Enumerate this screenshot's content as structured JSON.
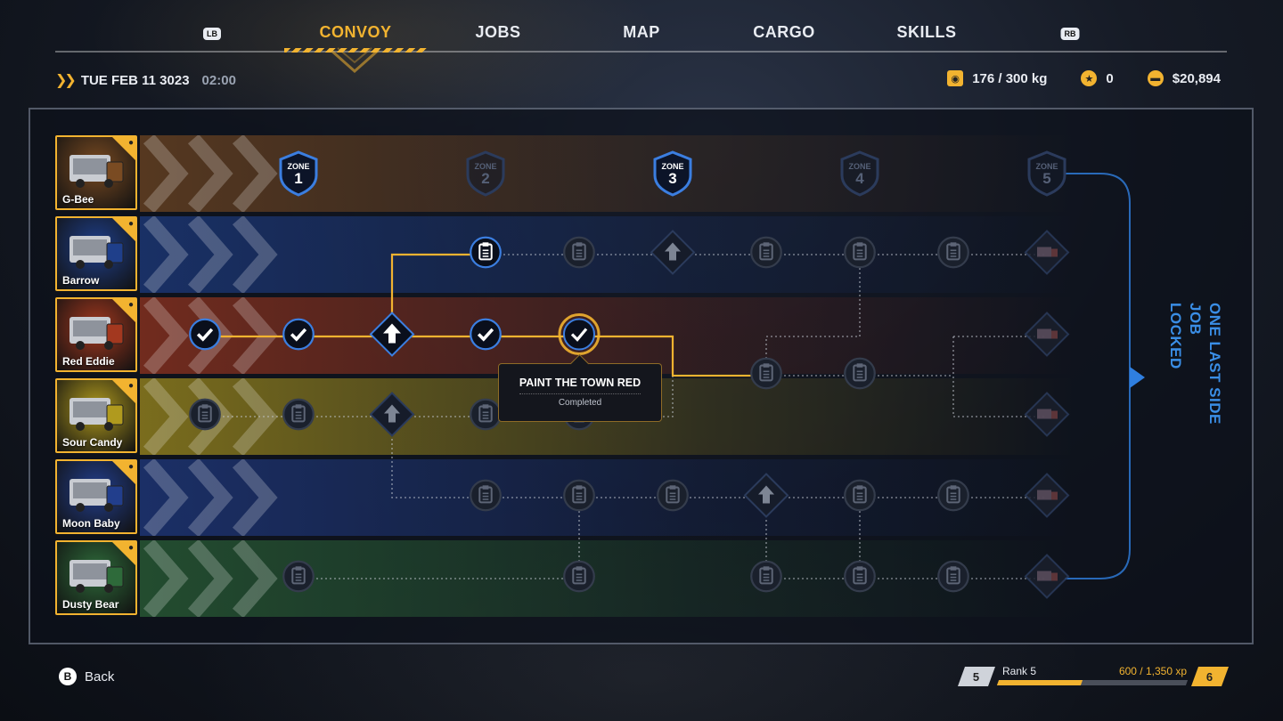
{
  "nav": {
    "left_button": "LB",
    "right_button": "RB",
    "tabs": [
      {
        "label": "CONVOY",
        "active": true
      },
      {
        "label": "JOBS",
        "active": false
      },
      {
        "label": "MAP",
        "active": false
      },
      {
        "label": "CARGO",
        "active": false
      },
      {
        "label": "SKILLS",
        "active": false
      }
    ]
  },
  "header": {
    "date": "TUE FEB 11 3023",
    "time": "02:00",
    "weight": "176 / 300 kg",
    "stars": "0",
    "money": "$20,894"
  },
  "zones": [
    {
      "label": "ZONE",
      "number": "1",
      "unlocked": true
    },
    {
      "label": "ZONE",
      "number": "2",
      "unlocked": false
    },
    {
      "label": "ZONE",
      "number": "3",
      "unlocked": true
    },
    {
      "label": "ZONE",
      "number": "4",
      "unlocked": false
    },
    {
      "label": "ZONE",
      "number": "5",
      "unlocked": false
    }
  ],
  "trucks": [
    {
      "name": "G-Bee",
      "icon": "gear-icon",
      "color": "#7a4b22"
    },
    {
      "name": "Barrow",
      "icon": "wheelbarrow-icon",
      "color": "#1f3f8a"
    },
    {
      "name": "Red Eddie",
      "icon": "helmet-icon",
      "color": "#a3381f"
    },
    {
      "name": "Sour Candy",
      "icon": "candy-icon",
      "color": "#b09a1e"
    },
    {
      "name": "Moon Baby",
      "icon": "moon-icon",
      "color": "#223e8c"
    },
    {
      "name": "Dusty Bear",
      "icon": "bear-icon",
      "color": "#2e6a3a"
    }
  ],
  "tooltip": {
    "title": "PAINT THE TOWN RED",
    "status": "Completed"
  },
  "final_job": {
    "title": "ONE LAST SIDE JOB",
    "status": "LOCKED"
  },
  "footer": {
    "back_button": "B",
    "back_label": "Back",
    "rank_current": "5",
    "rank_next": "6",
    "rank_label": "Rank 5",
    "xp_label": "600 / 1,350 xp",
    "xp_progress": 0.444
  },
  "colors": {
    "accent": "#f2b330",
    "locked_blue": "#2f7fe0"
  }
}
